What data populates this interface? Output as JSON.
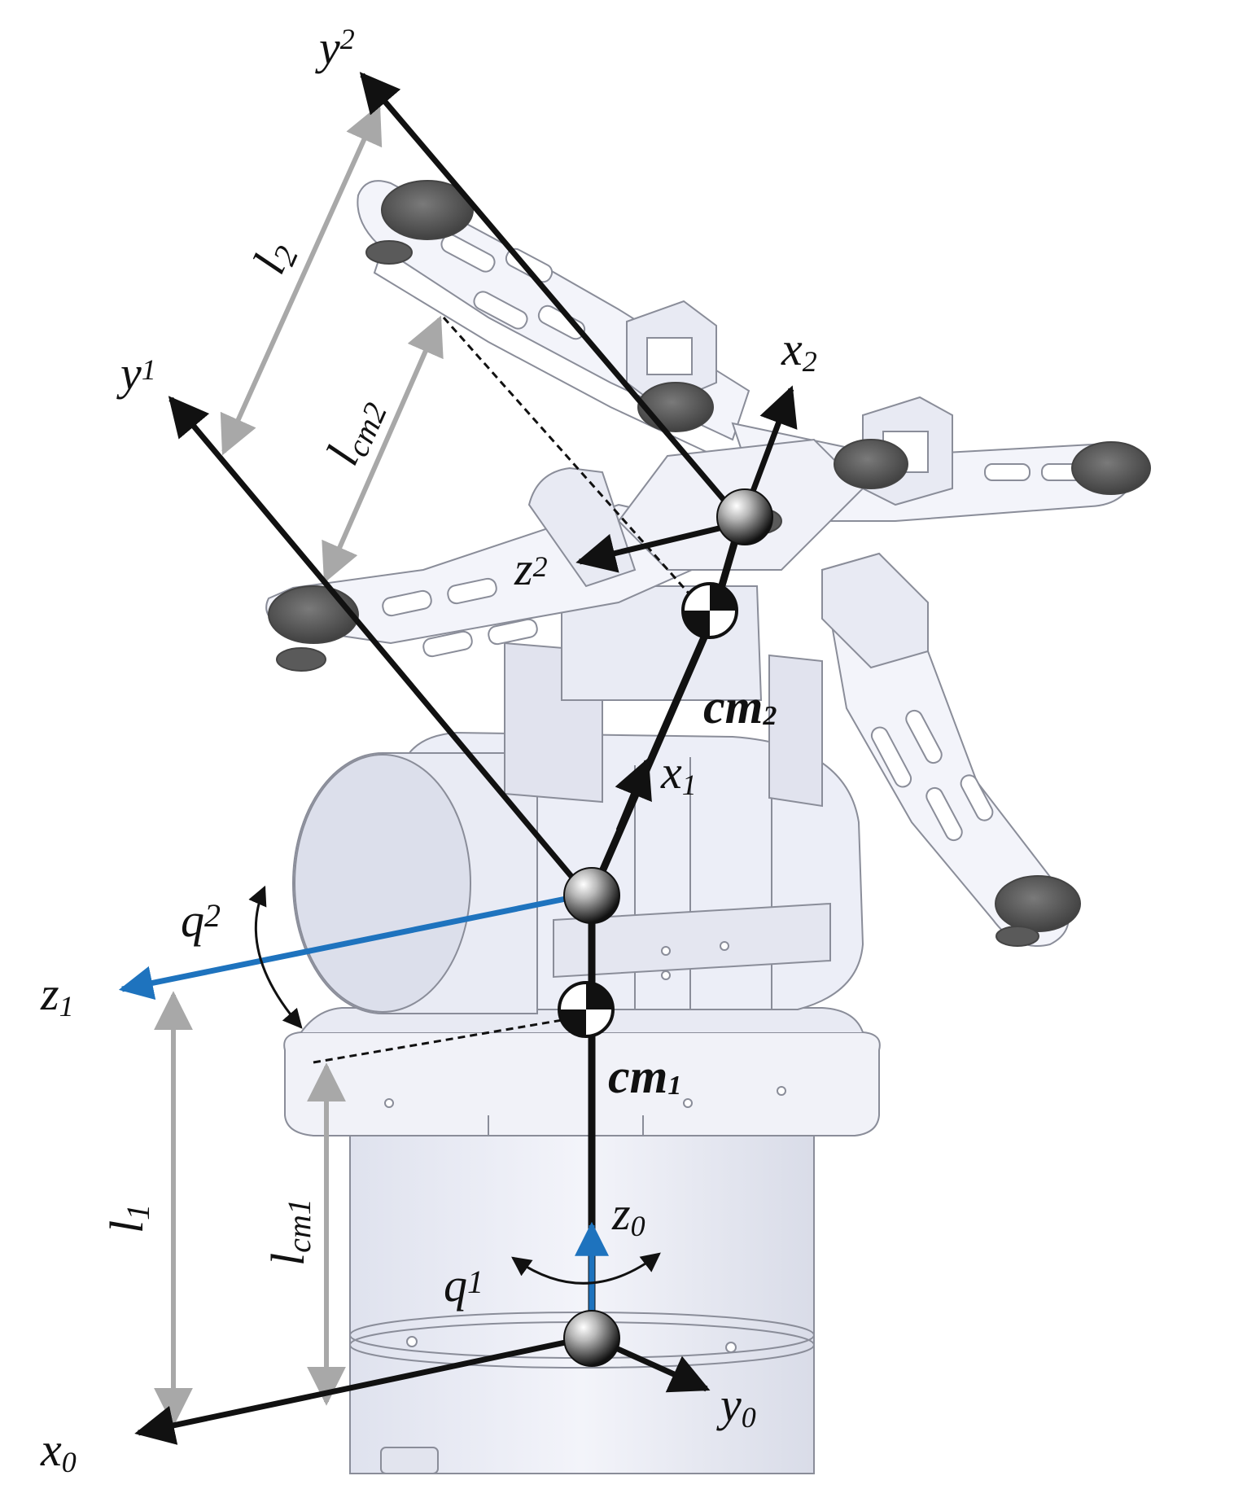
{
  "labels": {
    "y2": {
      "base": "y",
      "sub": "2"
    },
    "y1": {
      "base": "y",
      "sub": "1"
    },
    "x2": {
      "base": "x",
      "sub": "2"
    },
    "z2": {
      "base": "z",
      "sub": "2"
    },
    "x1": {
      "base": "x",
      "sub": "1"
    },
    "z1": {
      "base": "z",
      "sub": "1"
    },
    "z0": {
      "base": "z",
      "sub": "0"
    },
    "x0": {
      "base": "x",
      "sub": "0"
    },
    "y0": {
      "base": "y",
      "sub": "0"
    },
    "q1": {
      "base": "q",
      "sub": "1"
    },
    "q2": {
      "base": "q",
      "sub": "2"
    },
    "l1": {
      "base": "l",
      "sub": "1"
    },
    "l2": {
      "base": "l",
      "sub": "2"
    },
    "lcm1": {
      "base": "l",
      "sub": "cm1"
    },
    "lcm2": {
      "base": "l",
      "sub": "cm2"
    },
    "cm1": {
      "base": "cm",
      "sub": "1"
    },
    "cm2": {
      "base": "cm",
      "sub": "2"
    }
  },
  "colors": {
    "axis_black": "#111111",
    "axis_blue": "#1e73be",
    "dimension_gray": "#a8a8a8",
    "robot_fill": "#eef0f8",
    "robot_stroke": "#8a8d99",
    "pad_fill": "#5a5a5a"
  }
}
